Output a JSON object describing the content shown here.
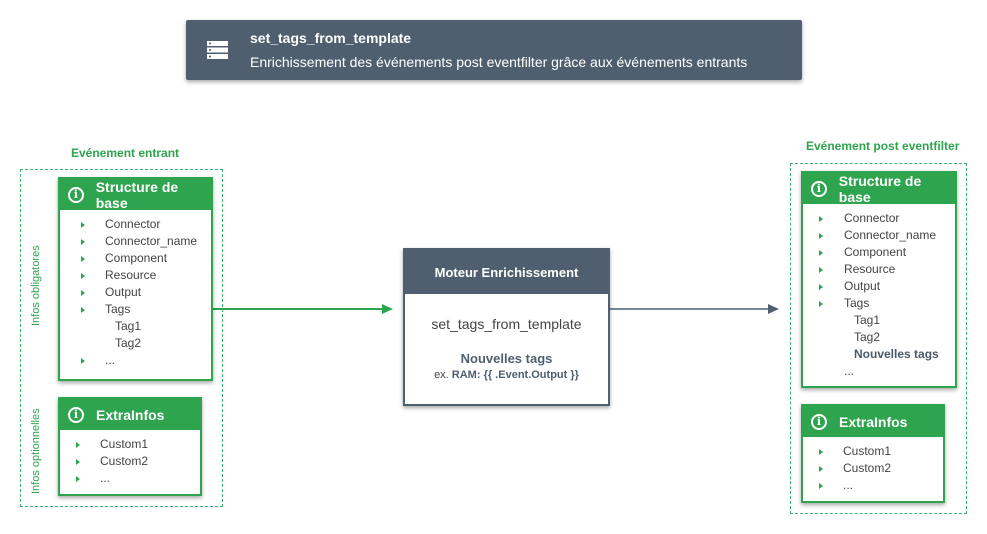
{
  "banner": {
    "icon": "server-list-icon",
    "title": "set_tags_from_template",
    "subtitle": "Enrichissement des événements post eventfilter grâce aux événements entrants"
  },
  "incoming": {
    "label": "Evénement entrant",
    "vlabel_required": "Infos obligatores",
    "vlabel_optional": "Infos optionnelles",
    "base": {
      "title": "Structure de base",
      "items": [
        "Connector",
        "Connector_name",
        "Component",
        "Resource",
        "Output",
        "Tags"
      ],
      "sub_items": [
        "Tag1",
        "Tag2"
      ],
      "ellipsis": "..."
    },
    "extra": {
      "title": "ExtraInfos",
      "items": [
        "Custom1",
        "Custom2",
        "..."
      ]
    }
  },
  "engine": {
    "title": "Moteur Enrichissement",
    "function": "set_tags_from_template",
    "new_tags": "Nouvelles tags",
    "example_prefix": "ex. ",
    "example_bold": "RAM: {{ .Event.Output }}"
  },
  "outgoing": {
    "label": "Evénement post eventfilter",
    "base": {
      "title": "Structure de base",
      "items": [
        "Connector",
        "Connector_name",
        "Component",
        "Resource",
        "Output",
        "Tags"
      ],
      "sub_items": [
        "Tag1",
        "Tag2"
      ],
      "new_item": "Nouvelles tags",
      "ellipsis": "..."
    },
    "extra": {
      "title": "ExtraInfos",
      "items": [
        "Custom1",
        "Custom2",
        "..."
      ]
    }
  },
  "colors": {
    "green": "#2ea44f",
    "slate": "#4f5f70"
  }
}
